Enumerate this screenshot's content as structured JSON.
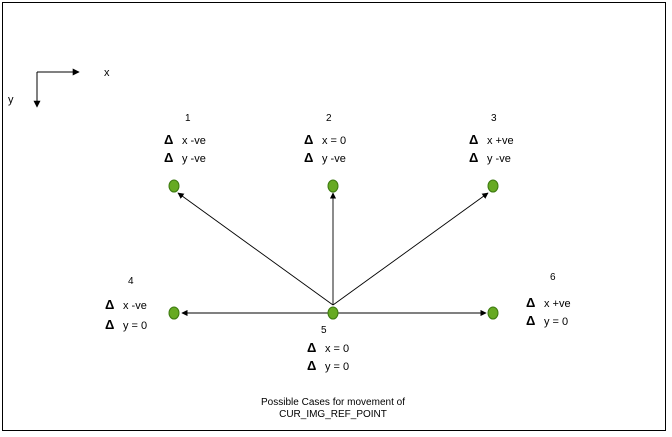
{
  "axes": {
    "x_label": "x",
    "y_label": "y"
  },
  "cases": [
    {
      "number": "1",
      "dx": "x -ve",
      "dy": "y -ve"
    },
    {
      "number": "2",
      "dx": "x = 0",
      "dy": "y -ve"
    },
    {
      "number": "3",
      "dx": "x +ve",
      "dy": "y -ve"
    },
    {
      "number": "4",
      "dx": "x -ve",
      "dy": "y = 0"
    },
    {
      "number": "5",
      "dx": "x = 0",
      "dy": "y = 0"
    },
    {
      "number": "6",
      "dx": "x +ve",
      "dy": "y = 0"
    }
  ],
  "delta_symbol": "Δ",
  "caption": {
    "line1": "Possible Cases for movement of",
    "line2": "CUR_IMG_REF_POINT"
  },
  "colors": {
    "dot": "#66aa22",
    "dot_stroke": "#3d7a10",
    "line": "#000000"
  }
}
